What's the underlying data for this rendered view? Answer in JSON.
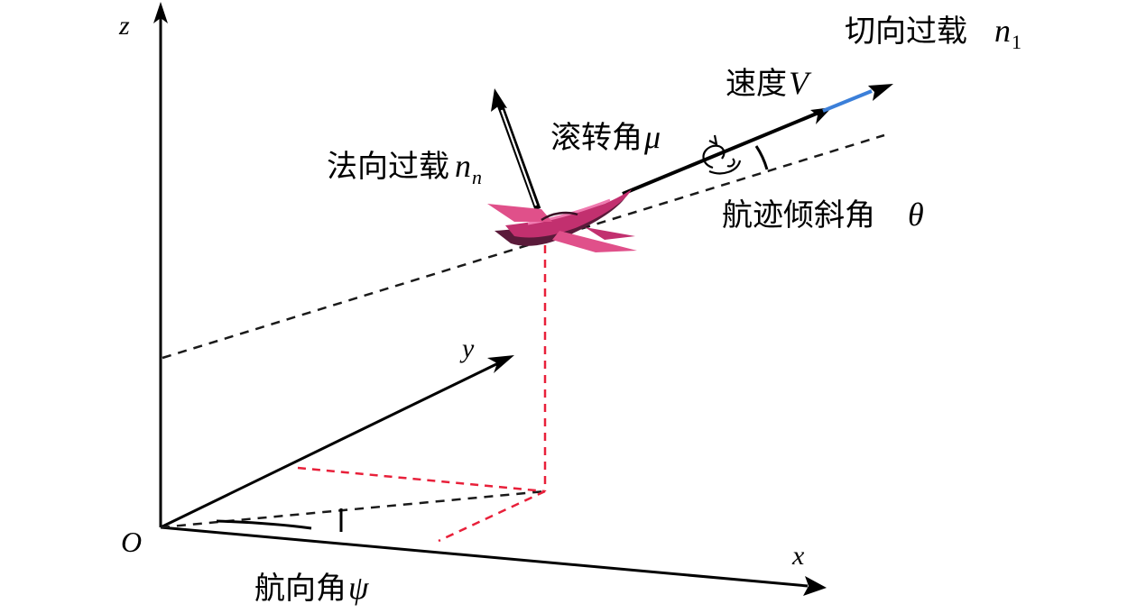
{
  "axes": {
    "origin": "O",
    "x": "x",
    "y": "y",
    "z": "z"
  },
  "labels": {
    "tangential_overload_text": "切向过载",
    "tangential_overload_symbol": "n",
    "tangential_overload_subscript": "1",
    "velocity_text": "速度",
    "velocity_symbol": "V",
    "roll_angle_text": "滚转角",
    "roll_angle_symbol": "μ",
    "normal_overload_text": "法向过载",
    "normal_overload_symbol": "n",
    "normal_overload_subscript": "n",
    "flight_path_angle_text": "航迹倾斜角",
    "flight_path_angle_symbol": "θ",
    "heading_angle_text": "航向角",
    "heading_angle_symbol": "ψ"
  },
  "colors": {
    "axis": "#000000",
    "projection_dash": "#e8203a",
    "trajectory_dash": "#1a1a1a",
    "tangential_segment": "#3b7fd9",
    "aircraft_body": "#c2306f",
    "aircraft_wing": "#e0508a",
    "aircraft_shadow": "#5a1a3a"
  }
}
